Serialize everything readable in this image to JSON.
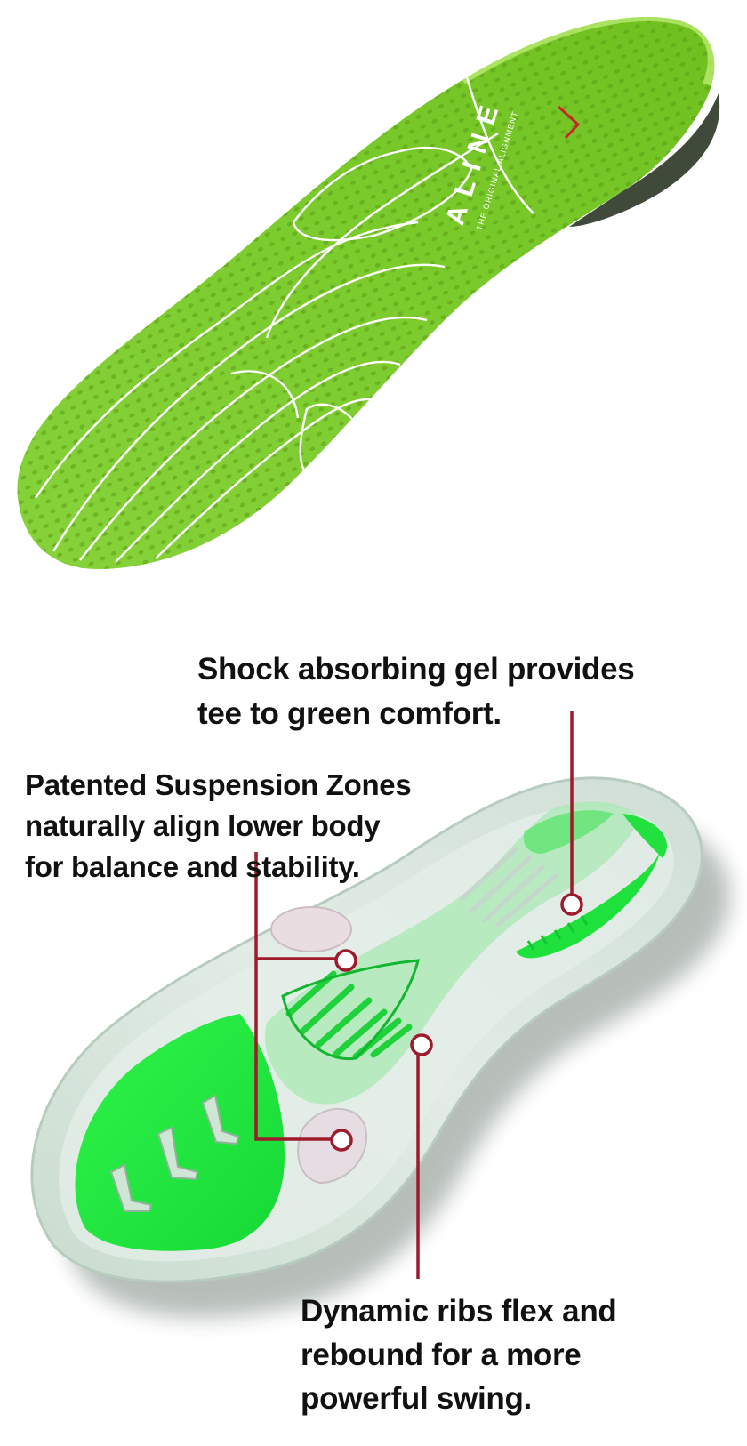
{
  "product_top": {
    "brand_logo": "ALINE",
    "brand_tagline": "THE ORIGINAL ALIGNMENT",
    "accent_color": "#c62828",
    "insole_color": "#7fd233"
  },
  "product_bottom": {
    "gel_color": "#1ee33a",
    "shell_color": "#d9e6df"
  },
  "callouts": {
    "shock": {
      "line1": "Shock absorbing gel provides",
      "line2": "tee to green comfort."
    },
    "zones": {
      "line1": "Patented Suspension Zones",
      "line2": "naturally align lower body",
      "line3": "for balance and stability."
    },
    "ribs": {
      "line1": "Dynamic ribs flex and",
      "line2": "rebound for a more",
      "line3": "powerful swing."
    }
  },
  "leader_color": "#9e1b2b"
}
